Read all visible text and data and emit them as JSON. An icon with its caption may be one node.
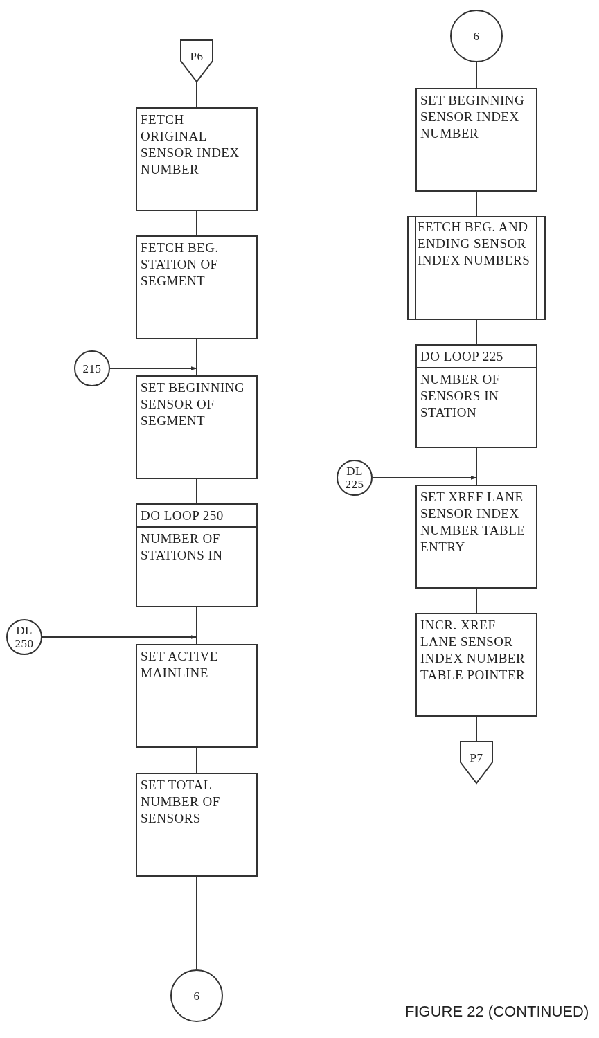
{
  "diagram": {
    "caption": "FIGURE 22 (CONTINUED)",
    "nodes": [
      {
        "text": [
          "P6"
        ]
      },
      {
        "text": [
          "FETCH ORIGINAL SENSOR INDEX NUMBER"
        ]
      },
      {
        "text": [
          "FETCH BEG. STATION OF SEGMENT"
        ]
      },
      {
        "text": [
          "215"
        ]
      },
      {
        "text": [
          "SET BEGINNING SENSOR OF SEGMENT"
        ]
      },
      {
        "text": [
          "DO LOOP 250",
          "NUMBER OF STATIONS IN"
        ]
      },
      {
        "text": [
          "DL 250"
        ]
      },
      {
        "text": [
          "SET ACTIVE MAINLINE"
        ]
      },
      {
        "text": [
          "SET TOTAL NUMBER OF SENSORS"
        ]
      },
      {
        "text": [
          "6"
        ]
      },
      {
        "text": [
          "6"
        ]
      },
      {
        "text": [
          "SET BEGINNING SENSOR INDEX NUMBER"
        ]
      },
      {
        "text": [
          "FETCH BEG. AND ENDING SENSOR INDEX NUMBERS"
        ]
      },
      {
        "text": [
          "DO LOOP 225",
          "NUMBER OF SENSORS IN STATION"
        ]
      },
      {
        "text": [
          "DL 225"
        ]
      },
      {
        "text": [
          "SET XREF LANE SENSOR INDEX NUMBER TABLE ENTRY"
        ]
      },
      {
        "text": [
          "INCR. XREF LANE SENSOR INDEX NUMBER TABLE POINTER"
        ]
      },
      {
        "text": [
          "P7"
        ]
      }
    ],
    "edges": [
      {
        "from": 0,
        "to": 1,
        "arrow": "none"
      },
      {
        "from": 1,
        "to": 2,
        "arrow": "none"
      },
      {
        "from": 2,
        "to": 4,
        "arrow": "none"
      },
      {
        "from": 3,
        "to": 4,
        "arrow": "to"
      },
      {
        "from": 4,
        "to": 5,
        "arrow": "none"
      },
      {
        "from": 5,
        "to": 7,
        "arrow": "none"
      },
      {
        "from": 6,
        "to": 7,
        "arrow": "to"
      },
      {
        "from": 7,
        "to": 8,
        "arrow": "none"
      },
      {
        "from": 8,
        "to": 9,
        "arrow": "none"
      },
      {
        "from": 10,
        "to": 11,
        "arrow": "none"
      },
      {
        "from": 11,
        "to": 12,
        "arrow": "none"
      },
      {
        "from": 12,
        "to": 13,
        "arrow": "none"
      },
      {
        "from": 13,
        "to": 15,
        "arrow": "none"
      },
      {
        "from": 14,
        "to": 15,
        "arrow": "to"
      },
      {
        "from": 15,
        "to": 16,
        "arrow": "none"
      },
      {
        "from": 16,
        "to": 17,
        "arrow": "none"
      }
    ]
  }
}
